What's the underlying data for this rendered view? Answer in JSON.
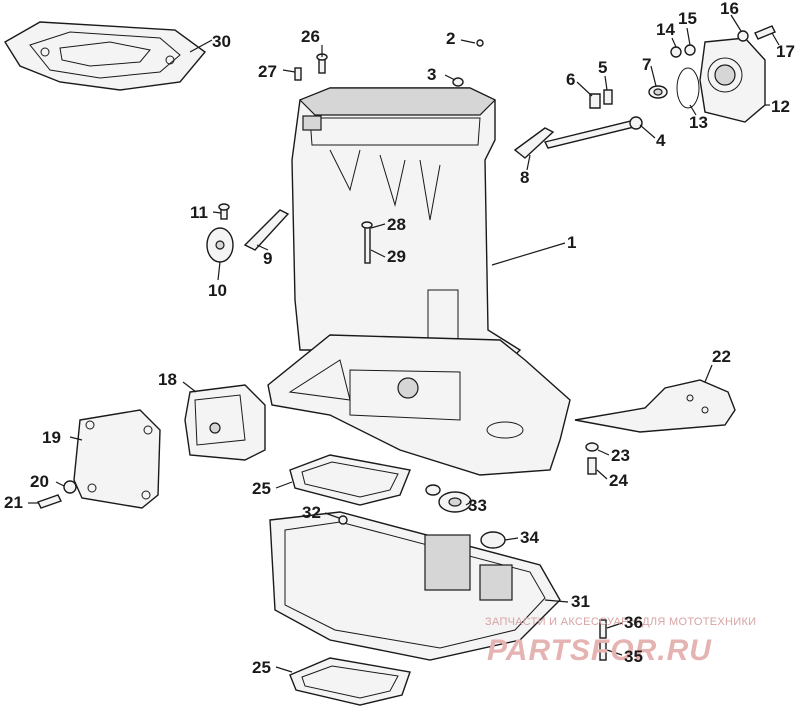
{
  "callouts": {
    "c1": "1",
    "c2": "2",
    "c3": "3",
    "c4": "4",
    "c5": "5",
    "c6": "6",
    "c7": "7",
    "c8": "8",
    "c9": "9",
    "c10": "10",
    "c11": "11",
    "c12": "12",
    "c13": "13",
    "c14": "14",
    "c15": "15",
    "c16": "16",
    "c17": "17",
    "c18": "18",
    "c19": "19",
    "c20": "20",
    "c21": "21",
    "c22": "22",
    "c23": "23",
    "c24": "24",
    "c25a": "25",
    "c25b": "25",
    "c26": "26",
    "c27": "27",
    "c28": "28",
    "c29": "29",
    "c30": "30",
    "c31": "31",
    "c32": "32",
    "c33": "33",
    "c34": "34",
    "c35": "35",
    "c36": "36"
  },
  "watermark": {
    "caption": "ЗАПЧАСТИ И АКСЕССУАРЫ ДЛЯ МОТОТЕХНИКИ",
    "brand": "PARTSFOR.RU"
  }
}
